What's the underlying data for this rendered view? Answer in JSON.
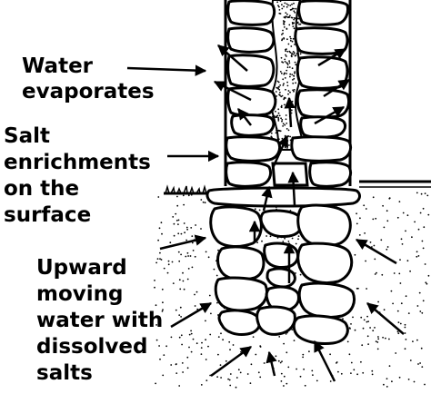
{
  "labels": {
    "water_evaporates": [
      "Water",
      "evaporates"
    ],
    "salt_enrichments": [
      "Salt",
      "enrichments",
      "on the",
      "surface"
    ],
    "upward_moving": [
      "Upward",
      "moving",
      "water with",
      "dissolved",
      "salts"
    ]
  },
  "colors": {
    "ink": "#000000",
    "background": "#ffffff"
  }
}
